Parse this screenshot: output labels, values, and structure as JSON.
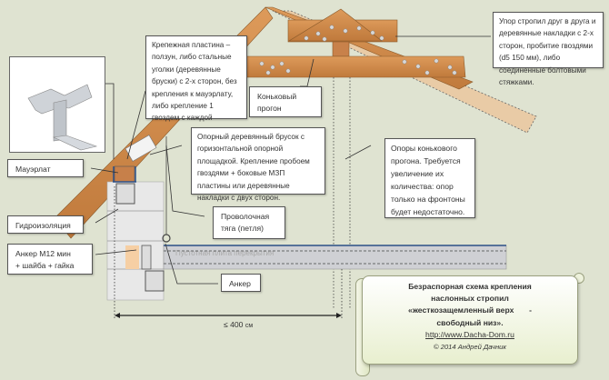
{
  "title": "Безраспорная схема крепления наслонных стропил «жесткозащемленный верх - свободный низ».",
  "callouts": {
    "plate": "Крепежная пластина – ползун, либо стальные уголки (деревянные бруски) с 2-х сторон, без крепления к мауэрлату, либо крепление 1 гвоздем с каждой",
    "ridge_stop": "Упор стропил друг в друга и деревянные накладки с 2-х сторон, пробитие гвоздями (d5 150 мм), либо соединенные болтовыми стяжками.",
    "ridge_beam": "Коньковый прогон",
    "support_bar": "Опорный деревянный брусок с горизонтальной опорной площадкой. Крепление пробоем гвоздями + боковые МЗП пластины или деревянные накладки с двух сторон.",
    "ridge_supports": "Опоры конькового прогона. Требуется увеличение их количества: опор только на фронтоны будет недостаточно.",
    "mauerlat": "Мауэрлат",
    "waterproofing": "Гидроизоляция",
    "anchor_m12_line1": "Анкер М12 мин",
    "anchor_m12_line2": "+ шайба + гайка",
    "wire_tie": "Проволочная тяга (петля)",
    "anchor": "Анкер"
  },
  "slab_label": "Пустотная плита перекрытия",
  "dimension": {
    "symbol": "≤ 400",
    "unit": "см"
  },
  "caption": {
    "line1": "Безраспорная схема крепления",
    "line2": "наслонных стропил",
    "line3": "«жесткозащемленный верх       -",
    "line4": "свободный низ».",
    "url": "http://www.Dacha-Dom.ru",
    "copyright": "© 2014 Андрей Дачник"
  },
  "colors": {
    "background": "#dfe3d1",
    "wood": "#d08a4a",
    "wood_light": "#e8c39a",
    "wall": "#e6e6e6",
    "slab": "#cfd0d4",
    "waterproof_blue": "#2c4f86"
  }
}
